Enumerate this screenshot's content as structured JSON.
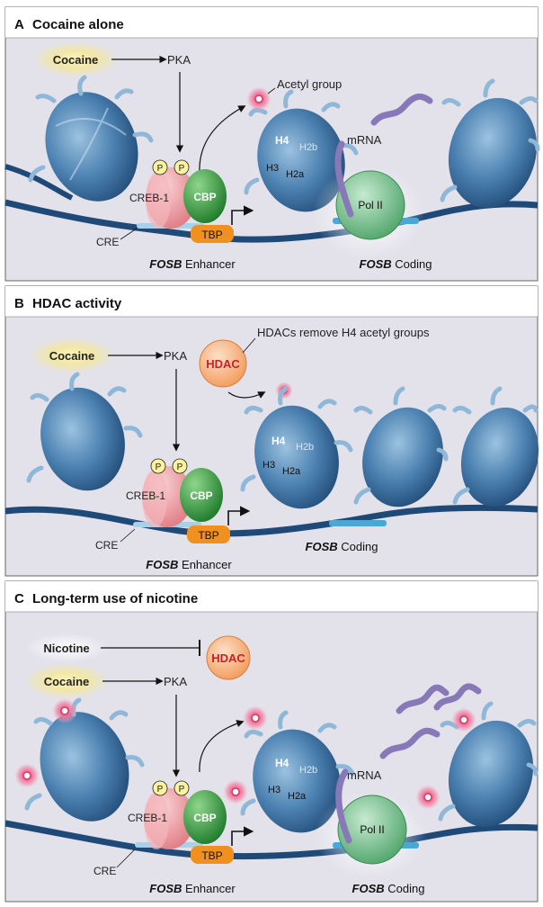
{
  "panels": [
    {
      "letter": "A",
      "title": "Cocaine alone",
      "labels": {
        "cocaine": "Cocaine",
        "pka": "PKA",
        "acetyl_group": "Acetyl group",
        "p": "P",
        "creb": "CREB-1",
        "cbp": "CBP",
        "cre": "CRE",
        "tbp": "TBP",
        "enhancer_bold": "FOSB",
        "enhancer_rest": " Enhancer",
        "h4": "H4",
        "h2b": "H2b",
        "h3": "H3",
        "h2a": "H2a",
        "mrna": "mRNA",
        "pol2": "Pol II",
        "coding_bold": "FOSB",
        "coding_rest": " Coding"
      }
    },
    {
      "letter": "B",
      "title": "HDAC activity",
      "labels": {
        "cocaine": "Cocaine",
        "pka": "PKA",
        "hdac": "HDAC",
        "hdac_note": "HDACs remove H4 acetyl groups",
        "p": "P",
        "creb": "CREB-1",
        "cbp": "CBP",
        "cre": "CRE",
        "tbp": "TBP",
        "enhancer_bold": "FOSB",
        "enhancer_rest": " Enhancer",
        "h4": "H4",
        "h2b": "H2b",
        "h3": "H3",
        "h2a": "H2a",
        "coding_bold": "FOSB",
        "coding_rest": " Coding"
      }
    },
    {
      "letter": "C",
      "title": "Long-term use of nicotine",
      "labels": {
        "nicotine": "Nicotine",
        "hdac": "HDAC",
        "cocaine": "Cocaine",
        "pka": "PKA",
        "p": "P",
        "creb": "CREB-1",
        "cbp": "CBP",
        "cre": "CRE",
        "tbp": "TBP",
        "enhancer_bold": "FOSB",
        "enhancer_rest": " Enhancer",
        "h4": "H4",
        "h2b": "H2b",
        "h3": "H3",
        "h2a": "H2a",
        "mrna": "mRNA",
        "pol2": "Pol II",
        "coding_bold": "FOSB",
        "coding_rest": " Coding"
      }
    }
  ],
  "colors": {
    "panel_bg": "#e3e2eb",
    "panel_border": "#666666",
    "dna": "#1f4a78",
    "nucleosome": "#3f78a8",
    "creb": "#f0a6aa",
    "cbp": "#3aa040",
    "tbp": "#f0901e",
    "pol2": "#7cc58e",
    "hdac_fill": "#f8b888",
    "hdac_text": "#c8202a",
    "mrna": "#8878b8",
    "acetyl": "#e84a78",
    "glow": "#f7e88a",
    "cre": "#a8d0e8"
  }
}
